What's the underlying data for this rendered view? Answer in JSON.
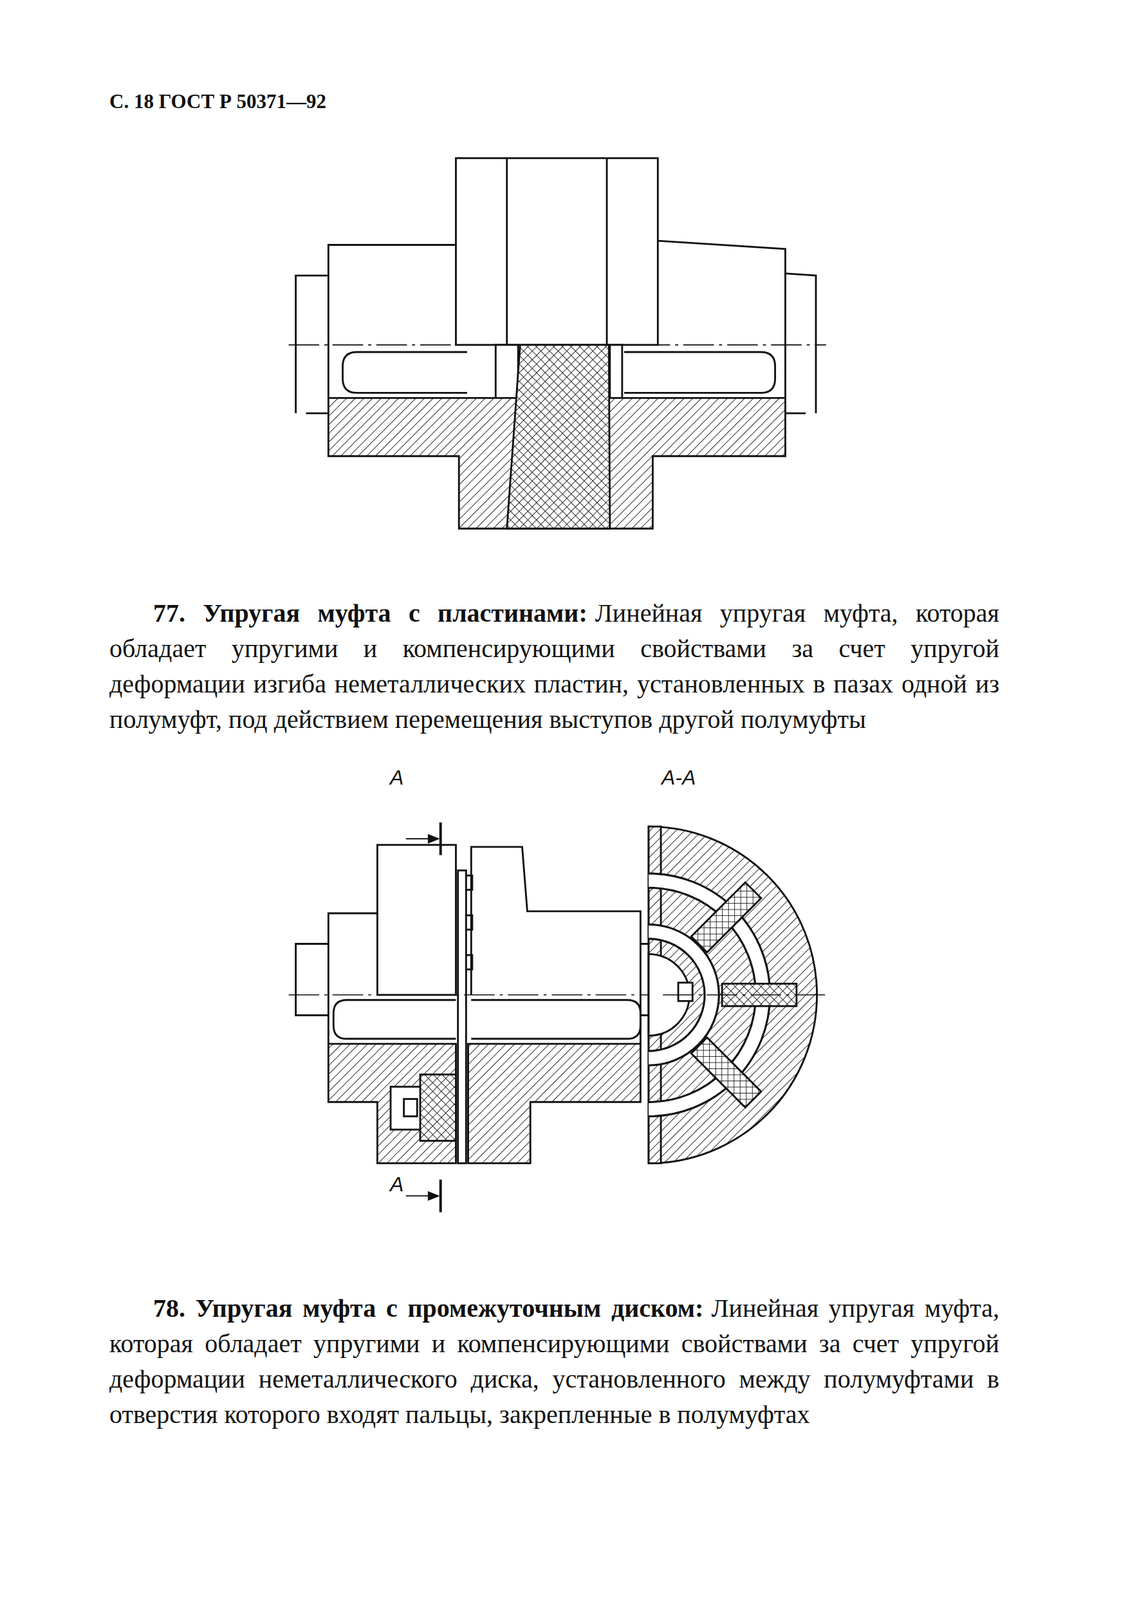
{
  "diagram": {
    "labels": [
      "С. 18 ГОСТ Р 50371—92",
      "77. Упругая муфта с пластинами:",
      "Линейная упругая муфта, которая обладает упругими и компенсирующими свойствами за счет упругой деформации изгиба неметаллических пластин, установленных в пазах одной из полумуфт, под действием перемещения выступов другой полумуфты",
      "А",
      "А-А",
      "А",
      "78. Упругая муфта с промежуточным диском:",
      "Линейная упругая муфта, которая обладает упругими и компенсирующими свойствами за счет упругой деформации неметаллического диска, установленного между полумуфтами в отверстия которого входят пальцы, закрепленные в полумуфтах"
    ]
  }
}
